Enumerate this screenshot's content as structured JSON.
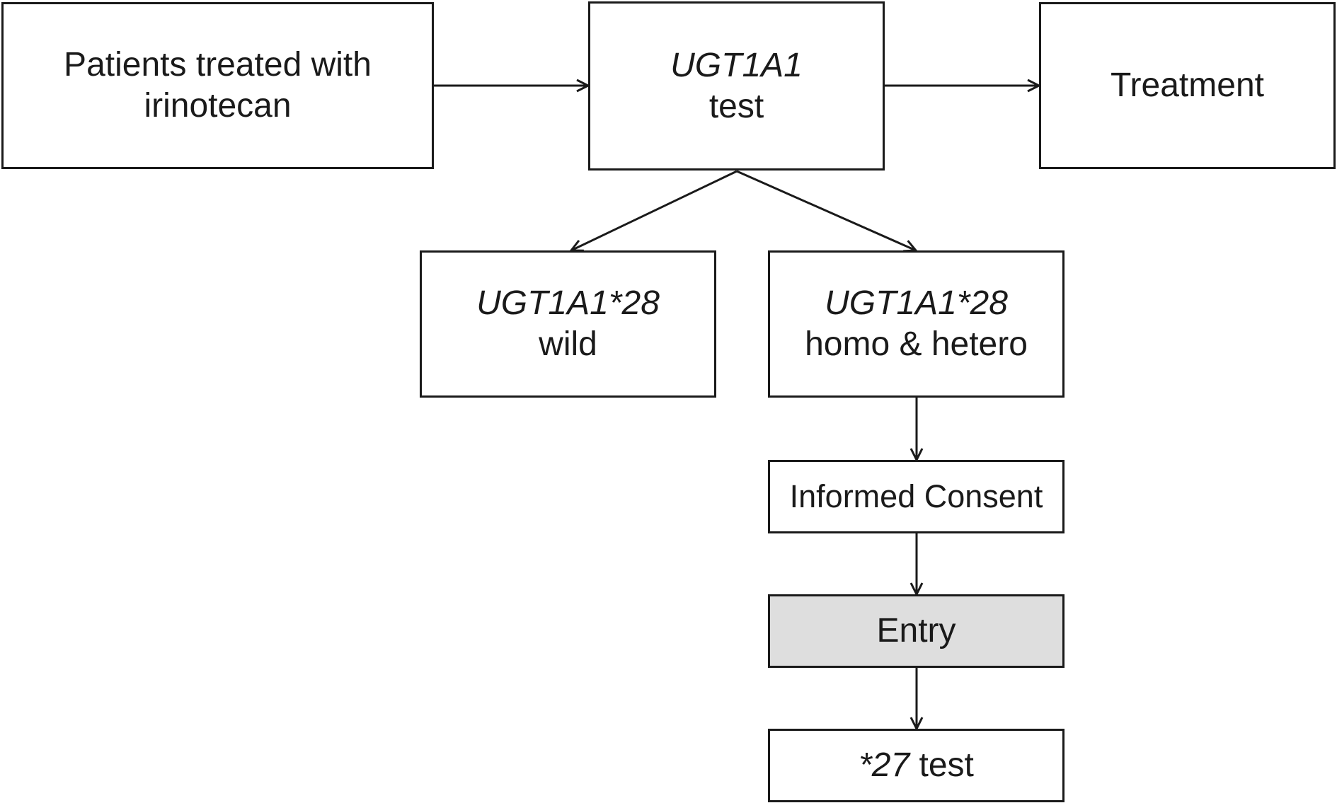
{
  "diagram": {
    "nodes": {
      "patients": {
        "line1": "Patients treated with",
        "line2": "irinotecan"
      },
      "ugt_test": {
        "line1_italic": "UGT1A1",
        "line2": "test"
      },
      "treatment": {
        "label": "Treatment"
      },
      "wild": {
        "line1_italic": "UGT1A1*28",
        "line2": "wild"
      },
      "homo_hetero": {
        "line1_italic": "UGT1A1*28",
        "line2": "homo & hetero"
      },
      "consent": {
        "label": "Informed Consent"
      },
      "entry": {
        "label": "Entry",
        "fill": "#dedede"
      },
      "test27": {
        "italic_part": "*27",
        "plain_part": " test"
      }
    },
    "edges": [
      {
        "from": "patients",
        "to": "ugt_test"
      },
      {
        "from": "ugt_test",
        "to": "treatment"
      },
      {
        "from": "ugt_test",
        "to": "wild"
      },
      {
        "from": "ugt_test",
        "to": "homo_hetero"
      },
      {
        "from": "homo_hetero",
        "to": "consent"
      },
      {
        "from": "consent",
        "to": "entry"
      },
      {
        "from": "entry",
        "to": "test27"
      }
    ],
    "colors": {
      "stroke": "#1a1a1a",
      "background": "#ffffff",
      "entry_fill": "#dedede"
    }
  }
}
